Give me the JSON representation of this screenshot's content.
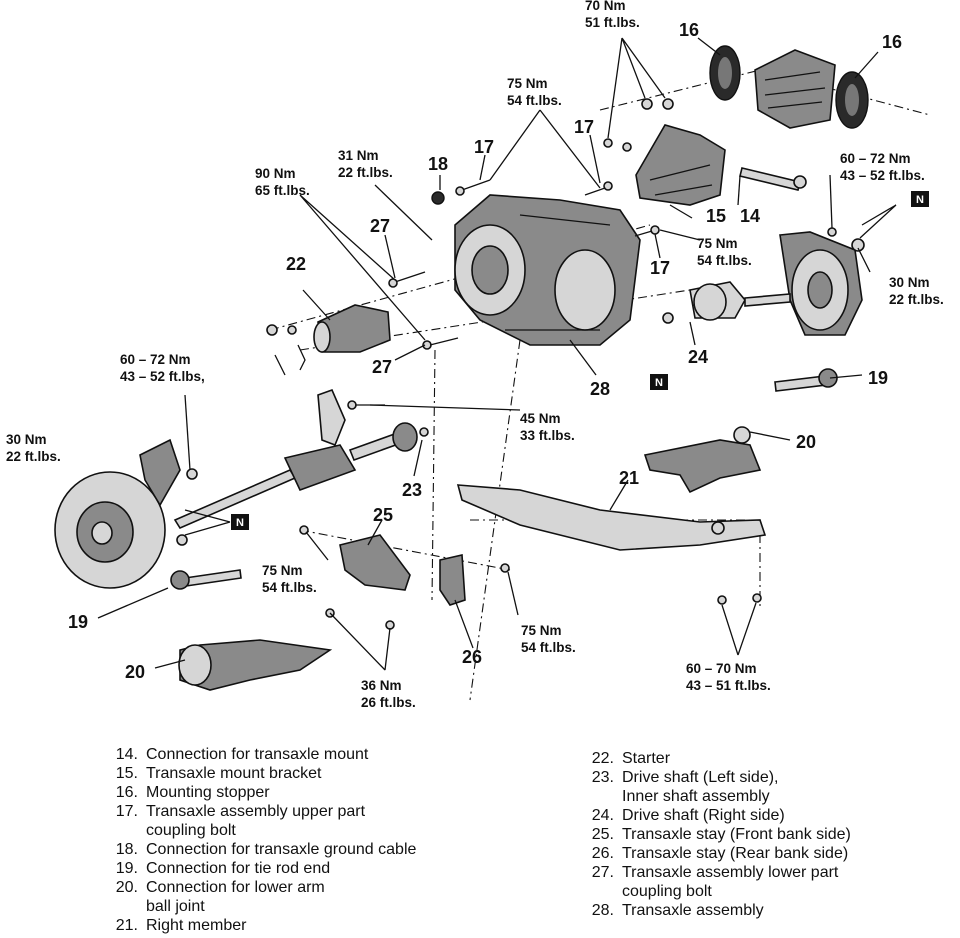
{
  "torque_specs": [
    {
      "id": "t70",
      "nm": "70 Nm",
      "ft": "51 ft.lbs."
    },
    {
      "id": "t75a",
      "nm": "75 Nm",
      "ft": "54 ft.lbs."
    },
    {
      "id": "t31",
      "nm": "31 Nm",
      "ft": "22 ft.lbs."
    },
    {
      "id": "t90",
      "nm": "90 Nm",
      "ft": "65 ft.lbs."
    },
    {
      "id": "t60r",
      "nm": "60 – 72 Nm",
      "ft": "43 – 52 ft.lbs."
    },
    {
      "id": "t75b",
      "nm": "75 Nm",
      "ft": "54 ft.lbs."
    },
    {
      "id": "t30r",
      "nm": "30 Nm",
      "ft": "22 ft.lbs."
    },
    {
      "id": "t60l",
      "nm": "60 – 72 Nm",
      "ft": "43 – 52 ft.lbs,"
    },
    {
      "id": "t45",
      "nm": "45 Nm",
      "ft": "33 ft.lbs."
    },
    {
      "id": "t30l",
      "nm": "30 Nm",
      "ft": "22 ft.lbs."
    },
    {
      "id": "t75c",
      "nm": "75 Nm",
      "ft": "54 ft.lbs."
    },
    {
      "id": "t75d",
      "nm": "75 Nm",
      "ft": "54 ft.lbs."
    },
    {
      "id": "t36",
      "nm": "36 Nm",
      "ft": "26 ft.lbs."
    },
    {
      "id": "t60b",
      "nm": "60 – 70 Nm",
      "ft": "43 – 51 ft.lbs."
    }
  ],
  "callouts": {
    "c14": "14",
    "c15": "15",
    "c16a": "16",
    "c16b": "16",
    "c17a": "17",
    "c17b": "17",
    "c17c": "17",
    "c18": "18",
    "c19r": "19",
    "c19l": "19",
    "c20r": "20",
    "c20l": "20",
    "c21": "21",
    "c22": "22",
    "c23": "23",
    "c24": "24",
    "c25": "25",
    "c26": "26",
    "c27a": "27",
    "c27b": "27",
    "c28": "28"
  },
  "n_marks": {
    "n1": "N",
    "n2": "N",
    "n3": "N"
  },
  "legend_left": [
    {
      "num": "14.",
      "lines": [
        "Connection for transaxle mount"
      ]
    },
    {
      "num": "15.",
      "lines": [
        "Transaxle mount bracket"
      ]
    },
    {
      "num": "16.",
      "lines": [
        "Mounting stopper"
      ]
    },
    {
      "num": "17.",
      "lines": [
        "Transaxle assembly upper part",
        "coupling bolt"
      ]
    },
    {
      "num": "18.",
      "lines": [
        "Connection for transaxle ground cable"
      ]
    },
    {
      "num": "19.",
      "lines": [
        "Connection for tie rod end"
      ]
    },
    {
      "num": "20.",
      "lines": [
        "Connection for lower arm",
        "ball joint"
      ]
    },
    {
      "num": "21.",
      "lines": [
        "Right member"
      ]
    }
  ],
  "legend_right": [
    {
      "num": "22.",
      "lines": [
        "Starter"
      ]
    },
    {
      "num": "23.",
      "lines": [
        "Drive shaft (Left side),",
        "Inner shaft assembly"
      ]
    },
    {
      "num": "24.",
      "lines": [
        "Drive shaft (Right side)"
      ]
    },
    {
      "num": "25.",
      "lines": [
        "Transaxle stay (Front bank side)"
      ]
    },
    {
      "num": "26.",
      "lines": [
        "Transaxle stay (Rear bank side)"
      ]
    },
    {
      "num": "27.",
      "lines": [
        "Transaxle assembly lower part",
        "coupling bolt"
      ]
    },
    {
      "num": "28.",
      "lines": [
        "Transaxle assembly"
      ]
    }
  ]
}
